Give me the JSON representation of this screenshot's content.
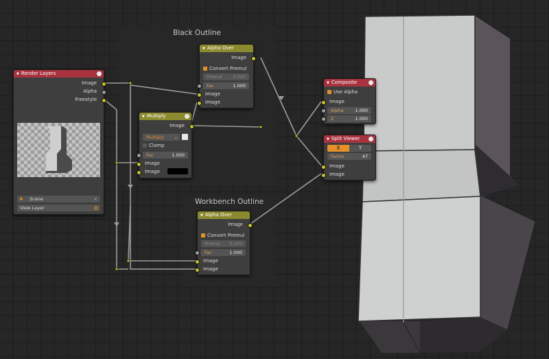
{
  "frames": {
    "black_outline": {
      "title": "Black Outline"
    },
    "workbench_outline": {
      "title": "Workbench Outline"
    }
  },
  "render_layers": {
    "title": "Render Layers",
    "outputs": [
      "Image",
      "Alpha",
      "Freestyle"
    ],
    "scene": "Scene",
    "view_layer": "View Layer"
  },
  "alpha_over_top": {
    "title": "Alpha Over",
    "output": "Image",
    "convert_premul": "Convert Premul",
    "premul_label": "Premul",
    "premul_value": "0.000",
    "fac_label": "Fac",
    "fac_value": "1.000",
    "input1": "Image",
    "input2": "Image"
  },
  "multiply": {
    "title": "Multiply",
    "output": "Image",
    "blend_mode": "Multiply",
    "clamp": "Clamp",
    "fac_label": "Fac",
    "fac_value": "1.000",
    "input1": "Image",
    "input2": "Image",
    "color": "#000000"
  },
  "alpha_over_bottom": {
    "title": "Alpha Over",
    "output": "Image",
    "convert_premul": "Convert Premul",
    "premul_label": "Premul",
    "premul_value": "0.000",
    "fac_label": "Fac",
    "fac_value": "1.000",
    "input1": "Image",
    "input2": "Image"
  },
  "composite": {
    "title": "Composite",
    "use_alpha": "Use Alpha",
    "input": "Image",
    "alpha_label": "Alpha",
    "alpha_value": "1.000",
    "z_label": "Z",
    "z_value": "1.000"
  },
  "split_viewer": {
    "title": "Split Viewer",
    "axis_x": "X",
    "axis_y": "Y",
    "factor_label": "Factor",
    "factor_value": "47",
    "input1": "Image",
    "input2": "Image"
  },
  "colors": {
    "header_red": "#a8333f",
    "header_olive": "#8c8a2f",
    "socket_image": "#c7c729",
    "socket_value": "#a1a1a1",
    "accent": "#e6902c"
  },
  "icons": [
    "globe-icon",
    "scene-icon",
    "view-layer-icon",
    "dropdown-icon",
    "color-picker-icon",
    "checkbox-icon",
    "caret-down-icon",
    "reroute-arrow-icon",
    "clear-icon"
  ]
}
